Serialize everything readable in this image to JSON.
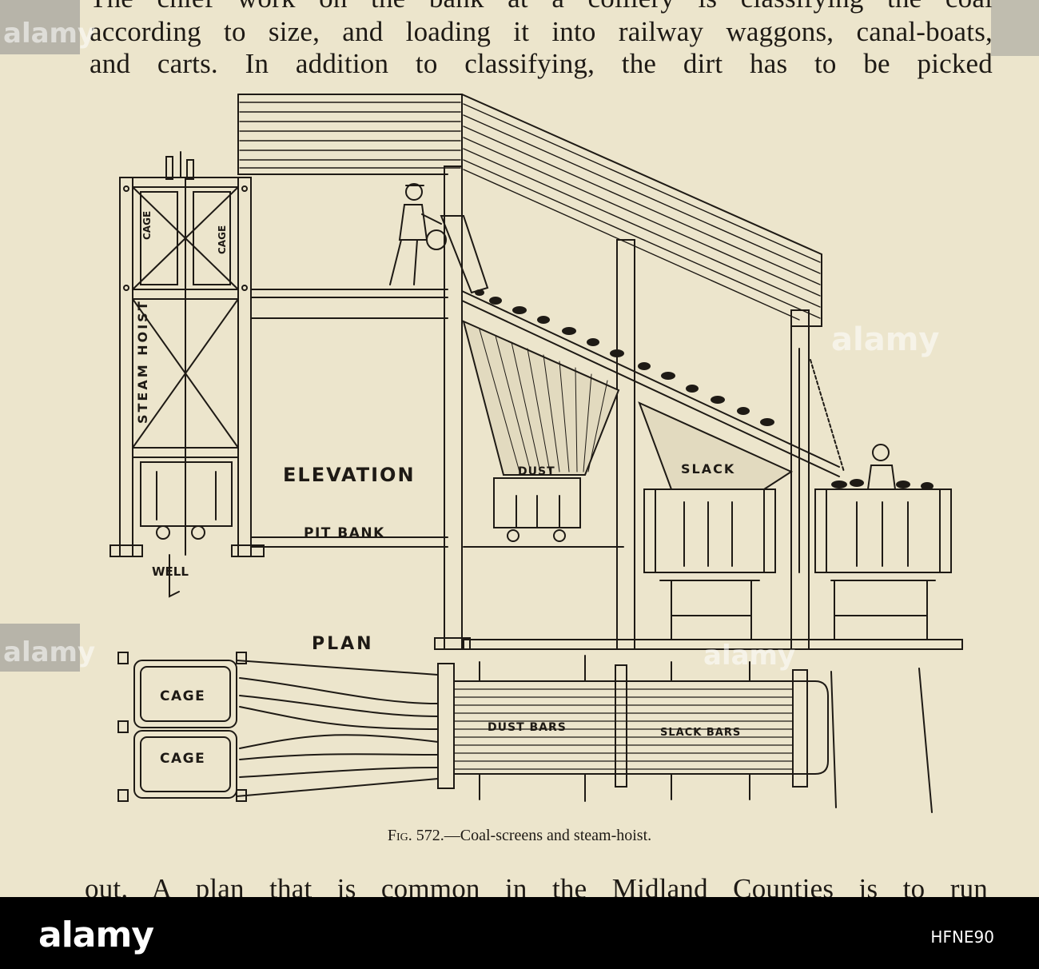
{
  "text": {
    "line0": "The chief work on the bank at a colliery is classifying the coal",
    "line1": "according to size, and loading it into railway waggons, canal-boats,",
    "line2": "and carts.  In addition to classifying, the dirt has to be picked",
    "line3": "out.  A plan that is common in the Midland Counties is to run"
  },
  "figure": {
    "labels": {
      "cage_left": "CAGE",
      "cage_right": "CAGE",
      "steam_hoist": "STEAM HOIST",
      "elevation": "ELEVATION",
      "pit_bank": "PIT BANK",
      "well": "WELL",
      "dust": "DUST",
      "slack": "SLACK",
      "plan": "PLAN",
      "plan_cage_top": "CAGE",
      "plan_cage_bottom": "CAGE",
      "dust_bars": "DUST BARS",
      "slack_bars": "SLACK BARS"
    },
    "caption_prefix": "Fig. 572.",
    "caption_text": "—Coal-screens and steam-hoist."
  },
  "watermark": {
    "brand": "alamy",
    "image_id": "HFNE90"
  }
}
